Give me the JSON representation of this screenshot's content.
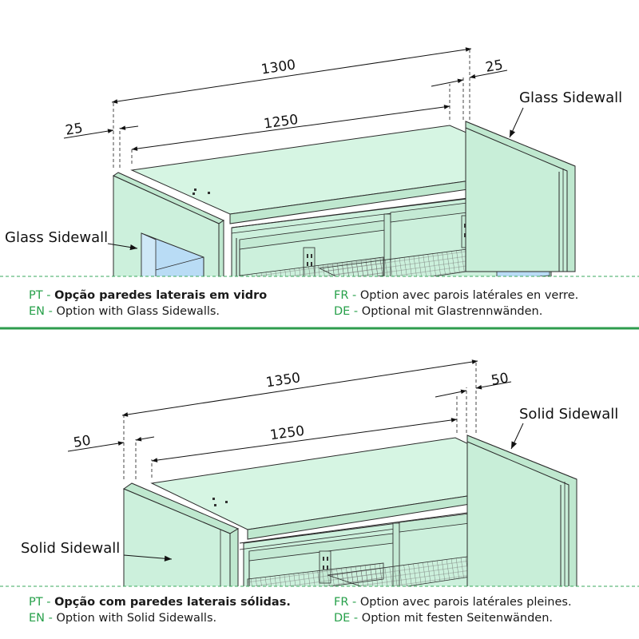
{
  "colors": {
    "cabinet_fill": "#ccf0dc",
    "cabinet_top": "#d6f5e3",
    "cabinet_stroke": "#2a2a2a",
    "glass_panel": "#b9dcf5",
    "separator_green": "#2d9c4d",
    "dashed_green": "#3aaa5c",
    "lang_code": "#27a04a"
  },
  "top_panel": {
    "dimensions": {
      "overall": "1300",
      "inner": "1250",
      "left_offset": "25",
      "right_offset": "25"
    },
    "left_label": "Glass Sidewall",
    "right_label": "Glass Sidewall",
    "captions": {
      "pt_code": "PT",
      "pt_text": "Opção paredes laterais em vidro",
      "en_code": "EN",
      "en_text": "Option with Glass Sidewalls.",
      "fr_code": "FR",
      "fr_text": "Option avec parois latérales en verre.",
      "de_code": "DE",
      "de_text": "Optional mit Glastrennwänden."
    }
  },
  "bottom_panel": {
    "dimensions": {
      "overall": "1350",
      "inner": "1250",
      "left_offset": "50",
      "right_offset": "50"
    },
    "left_label": "Solid Sidewall",
    "right_label": "Solid Sidewall",
    "captions": {
      "pt_code": "PT",
      "pt_text": "Opção com paredes laterais sólidas.",
      "en_code": "EN",
      "en_text": "Option with Solid Sidewalls.",
      "fr_code": "FR",
      "fr_text": "Option avec parois latérales pleines.",
      "de_code": "DE",
      "de_text": "Option mit festen Seitenwänden."
    }
  }
}
